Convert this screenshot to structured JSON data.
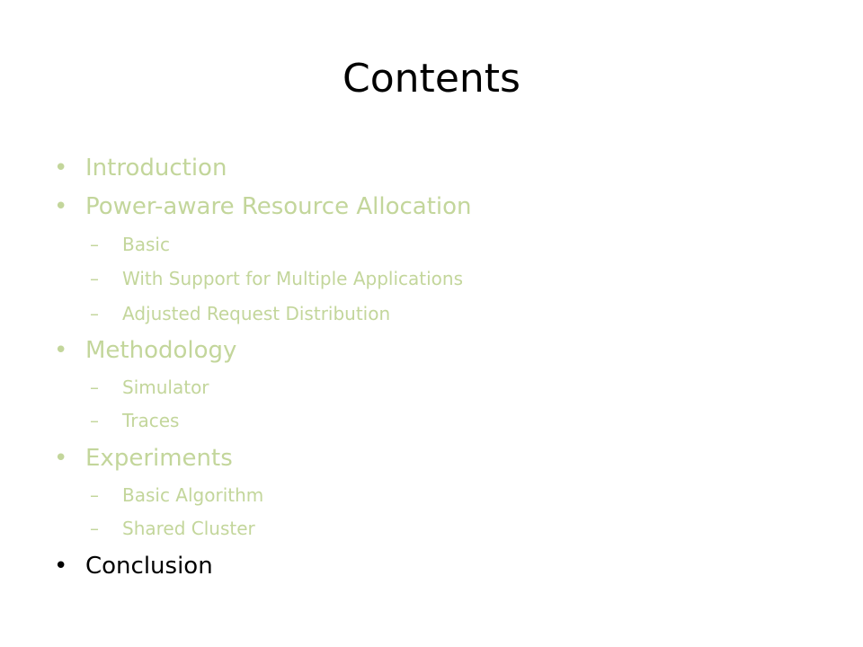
{
  "slide": {
    "title": "Contents",
    "bullet_glyph": "•",
    "dash_glyph": "–",
    "colors": {
      "faded_text": "#c3d69b",
      "active_text": "#000000"
    },
    "items": [
      {
        "level": 1,
        "text": "Introduction",
        "state": "faded"
      },
      {
        "level": 1,
        "text": "Power-aware Resource Allocation",
        "state": "faded"
      },
      {
        "level": 2,
        "text": "Basic",
        "state": "faded"
      },
      {
        "level": 2,
        "text": "With Support for Multiple Applications",
        "state": "faded"
      },
      {
        "level": 2,
        "text": "Adjusted Request Distribution",
        "state": "faded"
      },
      {
        "level": 1,
        "text": "Methodology",
        "state": "faded"
      },
      {
        "level": 2,
        "text": "Simulator",
        "state": "faded"
      },
      {
        "level": 2,
        "text": "Traces",
        "state": "faded"
      },
      {
        "level": 1,
        "text": "Experiments",
        "state": "faded"
      },
      {
        "level": 2,
        "text": "Basic Algorithm",
        "state": "faded"
      },
      {
        "level": 2,
        "text": "Shared Cluster",
        "state": "faded"
      },
      {
        "level": 1,
        "text": "Conclusion",
        "state": "active"
      }
    ]
  }
}
